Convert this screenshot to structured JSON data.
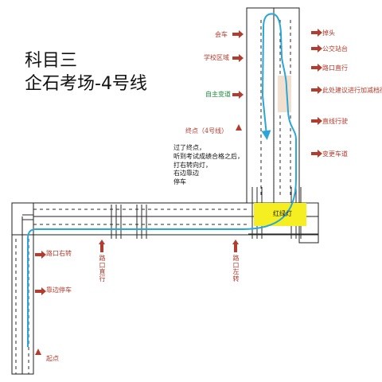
{
  "title": {
    "line1": "科目三",
    "line2": "企石考场-4号线"
  },
  "right_column_labels": [
    "会车",
    "学校区域",
    "自主变道",
    "终点（4号线）"
  ],
  "right_side_labels": [
    "掉头",
    "公交站台",
    "路口直行",
    "此处建议进行加减档行",
    "直线行驶",
    "变更车道"
  ],
  "bottom_labels": {
    "left_turn_arrow": "路口右转",
    "stop_roadside": "靠边停车",
    "start": "起点"
  },
  "vertical_labels": {
    "intersection_straight": "路口直行",
    "intersection_left": "路口左转"
  },
  "traffic_light_label": "红绿灯",
  "finish_note": "过了终点，\n听到考试成绩合格之后，\n打右转向灯，\n右边靠边\n停车",
  "colors": {
    "route": "#2aa6d7",
    "arrow": "#b23d2f",
    "label_red": "#b33a2b",
    "label_green": "#1a8a3b",
    "road_line": "#1f1f1f",
    "traffic_light": "#f5ef22",
    "school_zone_fill": "#f2dfcd"
  }
}
